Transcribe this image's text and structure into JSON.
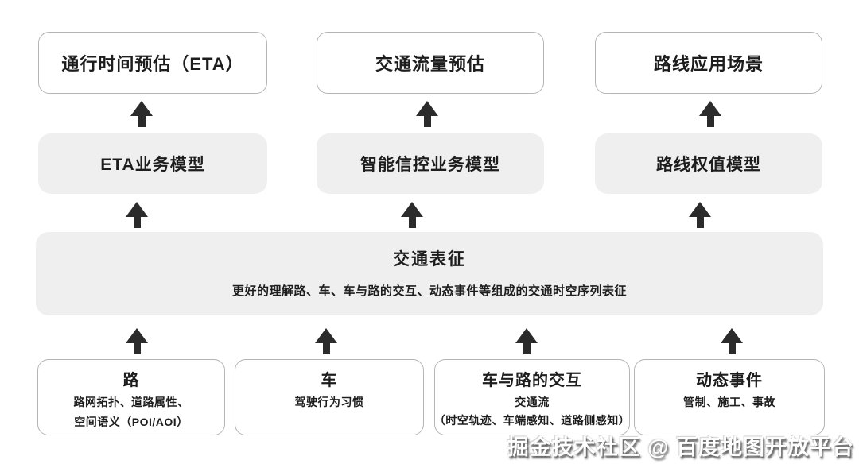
{
  "diagram": {
    "top_row": [
      {
        "label": "通行时间预估（ETA）"
      },
      {
        "label": "交通流量预估"
      },
      {
        "label": "路线应用场景"
      }
    ],
    "model_row": [
      {
        "label": "ETA业务模型"
      },
      {
        "label": "智能信控业务模型"
      },
      {
        "label": "路线权值模型"
      }
    ],
    "representation": {
      "title": "交通表征",
      "subtitle": "更好的理解路、车、车与路的交互、动态事件等组成的交通时空序列表征"
    },
    "input_row": [
      {
        "title": "路",
        "line1": "路网拓扑、道路属性、",
        "line2": "空间语义（POI/AOI）"
      },
      {
        "title": "车",
        "line1": "驾驶行为习惯"
      },
      {
        "title": "车与路的交互",
        "line1": "交通流",
        "line2": "（时空轨迹、车端感知、道路侧感知）"
      },
      {
        "title": "动态事件",
        "line1": "管制、施工、事故"
      }
    ],
    "watermark": "掘金技术社区 @ 百度地图开放平台",
    "colors": {
      "background": "#ffffff",
      "box_fill_gray": "#efefef",
      "box_border": "#b5b5b5",
      "text": "#1d1d1d",
      "arrow": "#2b2b2b",
      "watermark_fill": "#fefefe",
      "watermark_shadow": "#4b4b4b"
    }
  }
}
